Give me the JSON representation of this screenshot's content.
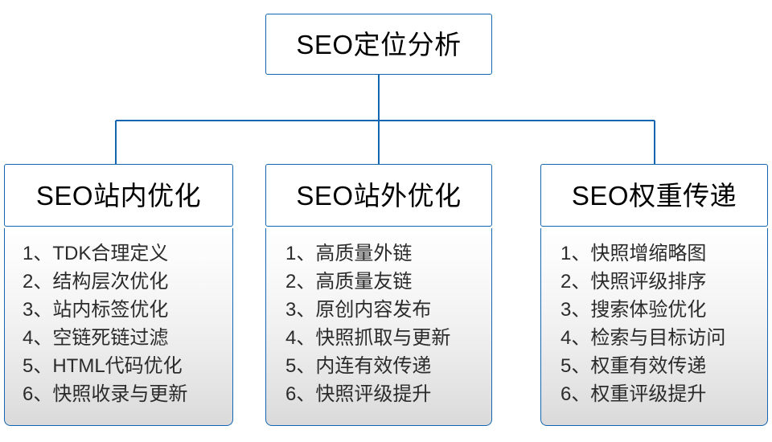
{
  "diagram": {
    "type": "org-chart",
    "root": {
      "label": "SEO定位分析"
    },
    "connector_color": "#1366b0",
    "columns": [
      {
        "header": "SEO站内优化",
        "items": [
          "1、TDK合理定义",
          "2、结构层次优化",
          "3、站内标签优化",
          "4、空链死链过滤",
          "5、HTML代码优化",
          "6、快照收录与更新"
        ]
      },
      {
        "header": "SEO站外优化",
        "items": [
          "1、高质量外链",
          "2、高质量友链",
          "3、原创内容发布",
          "4、快照抓取与更新",
          "5、内连有效传递",
          "6、快照评级提升"
        ]
      },
      {
        "header": "SEO权重传递",
        "items": [
          "1、快照增缩略图",
          "2、快照评级排序",
          "3、搜索体验优化",
          "4、检索与目标访问",
          "5、权重有效传递",
          "6、权重评级提升"
        ]
      }
    ]
  }
}
